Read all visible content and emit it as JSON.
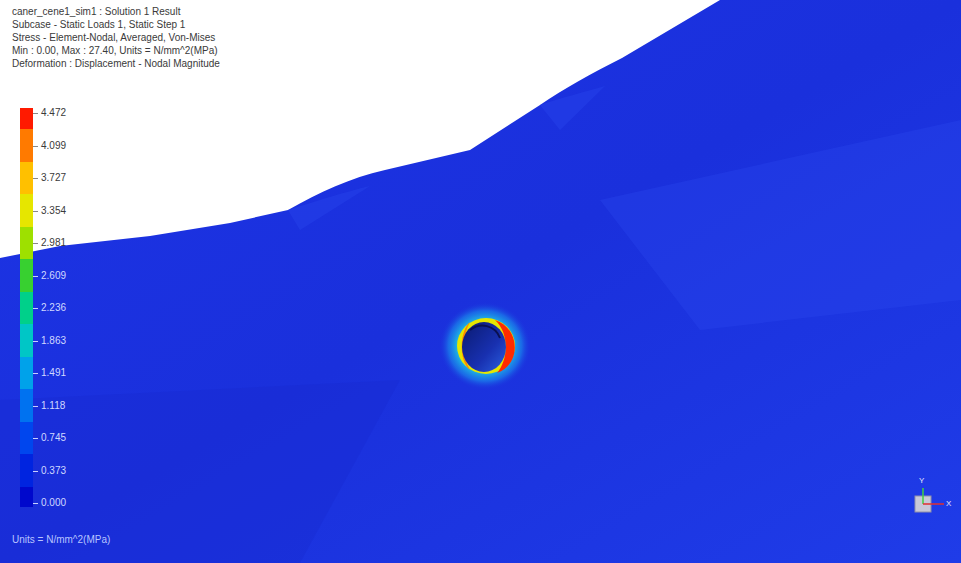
{
  "diagram": {
    "labels": [
      "caner_cene1_sim1 : Solution 1 Result",
      "Subcase - Static Loads 1, Static Step 1",
      "Stress - Element-Nodal, Averaged, Von-Mises",
      "Min : 0.00, Max : 27.40, Units = N/mm^2(MPa)",
      "Deformation : Displacement - Nodal Magnitude",
      "Units = N/mm^2(MPa)",
      "Y",
      "X"
    ],
    "legend": [
      {
        "text": "4.472",
        "color": "#ff1a00"
      },
      {
        "text": "4.099",
        "color": "#ff7a00"
      },
      {
        "text": "3.727",
        "color": "#ffc000"
      },
      {
        "text": "3.354",
        "color": "#e6e600"
      },
      {
        "text": "2.981",
        "color": "#9ee000"
      },
      {
        "text": "2.609",
        "color": "#38d030"
      },
      {
        "text": "2.236",
        "color": "#00d08a"
      },
      {
        "text": "1.863",
        "color": "#00c6c6"
      },
      {
        "text": "1.491",
        "color": "#00a2ea"
      },
      {
        "text": "1.118",
        "color": "#0072f0"
      },
      {
        "text": "0.745",
        "color": "#0046ee"
      },
      {
        "text": "0.373",
        "color": "#0024e0"
      },
      {
        "text": "0.000",
        "color": "#0008cc"
      }
    ]
  }
}
